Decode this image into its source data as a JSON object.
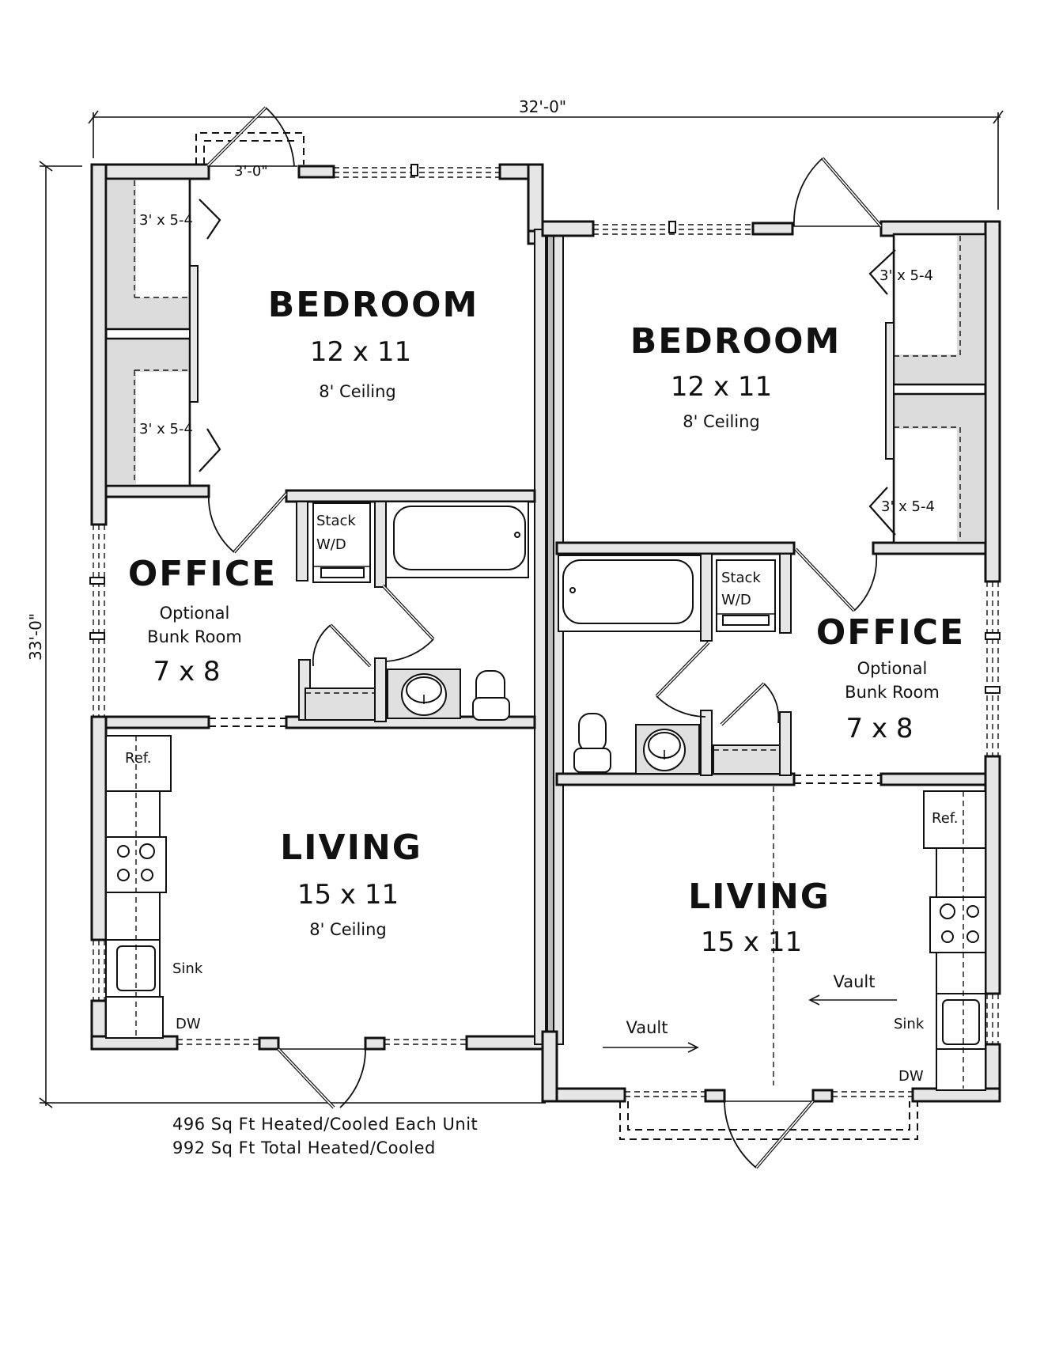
{
  "plan": {
    "overall_width": "32'-0\"",
    "overall_depth": "33'-0\"",
    "entry_door_width": "3'-0\""
  },
  "unit_left": {
    "bedroom": {
      "name": "BEDROOM",
      "size": "12 x 11",
      "ceiling": "8' Ceiling"
    },
    "closet_top": "3' x 5-4",
    "closet_bottom": "3' x 5-4",
    "office": {
      "name": "OFFICE",
      "line1": "Optional",
      "line2": "Bunk Room",
      "size": "7 x 8"
    },
    "laundry": {
      "line1": "Stack",
      "line2": "W/D"
    },
    "living": {
      "name": "LIVING",
      "size": "15 x 11",
      "ceiling": "8' Ceiling"
    },
    "kitchen": {
      "ref": "Ref.",
      "sink": "Sink",
      "dw": "DW"
    }
  },
  "unit_right": {
    "bedroom": {
      "name": "BEDROOM",
      "size": "12 x 11",
      "ceiling": "8' Ceiling"
    },
    "closet_top": "3' x 5-4",
    "closet_bottom": "3' x 5-4",
    "office": {
      "name": "OFFICE",
      "line1": "Optional",
      "line2": "Bunk Room",
      "size": "7 x 8"
    },
    "laundry": {
      "line1": "Stack",
      "line2": "W/D"
    },
    "living": {
      "name": "LIVING",
      "size": "15 x 11",
      "vault_left": "Vault",
      "vault_right": "Vault"
    },
    "kitchen": {
      "ref": "Ref.",
      "sink": "Sink",
      "dw": "DW"
    }
  },
  "notes": {
    "line1": "496 Sq Ft Heated/Cooled Each Unit",
    "line2": "992 Sq Ft Total Heated/Cooled"
  }
}
